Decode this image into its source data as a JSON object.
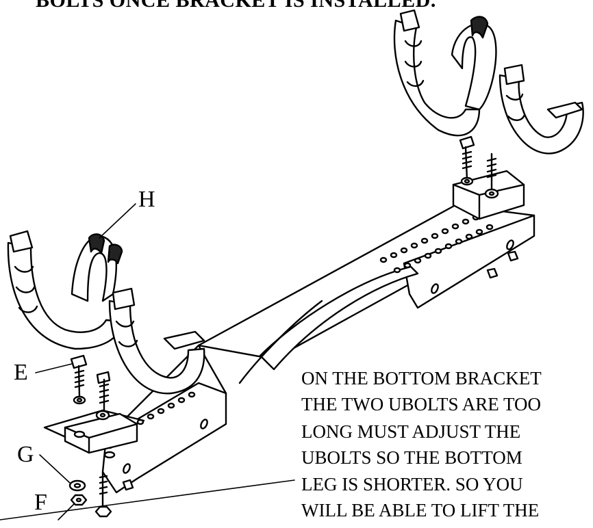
{
  "top_note": "BOLTS ONCE BRACKET IS INSTALLED.",
  "callouts": {
    "h": "H",
    "e": "E",
    "g": "G",
    "f": "F"
  },
  "bottom_note": {
    "lines": [
      "ON THE BOTTOM BRACKET",
      "THE TWO UBOLTS ARE TOO",
      "LONG MUST ADJUST THE",
      "UBOLTS SO THE BOTTOM",
      "LEG IS SHORTER. SO YOU",
      "WILL BE ABLE TO LIFT THE"
    ]
  },
  "colors": {
    "ink": "#000000",
    "paper": "#ffffff",
    "grip_pad": "#222222"
  }
}
